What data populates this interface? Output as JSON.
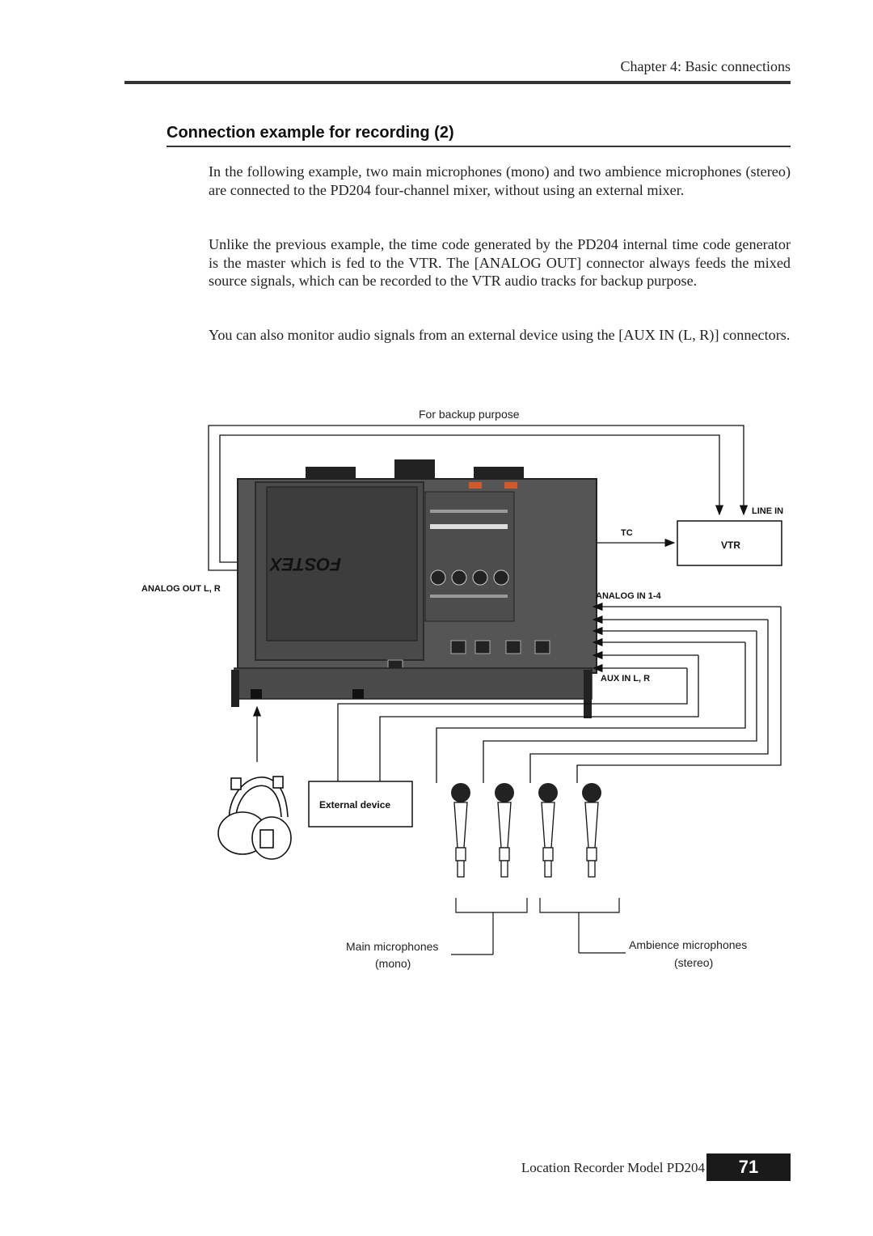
{
  "header": {
    "chapter": "Chapter 4: Basic connections"
  },
  "section": {
    "title": "Connection example for recording (2)"
  },
  "paragraphs": [
    "In the following example, two main microphones (mono) and two ambience microphones (stereo) are connected to the PD204 four-channel mixer, without using an external mixer.",
    "Unlike the previous example, the time code generated by the PD204 internal time code generator is the master which is fed to the VTR. The [ANALOG OUT] connector always feeds the mixed source signals, which can be recorded to the VTR audio tracks for backup purpose.",
    "You can also monitor audio signals from an external device using the [AUX IN (L, R)] connectors."
  ],
  "diagram": {
    "backup_label": "For backup purpose",
    "line_in": "LINE IN",
    "tc": "TC",
    "vtr": "VTR",
    "analog_out": "ANALOG OUT L, R",
    "analog_in": "ANALOG IN 1-4",
    "aux_in": "AUX IN L, R",
    "external_device": "External device",
    "main_mics": "Main microphones",
    "main_mics_sub": "(mono)",
    "ambience_mics": "Ambience microphones",
    "ambience_mics_sub": "(stereo)",
    "logo": "FOSTEX"
  },
  "footer": {
    "text": "Location Recorder  Model PD204",
    "page_number": "71"
  }
}
